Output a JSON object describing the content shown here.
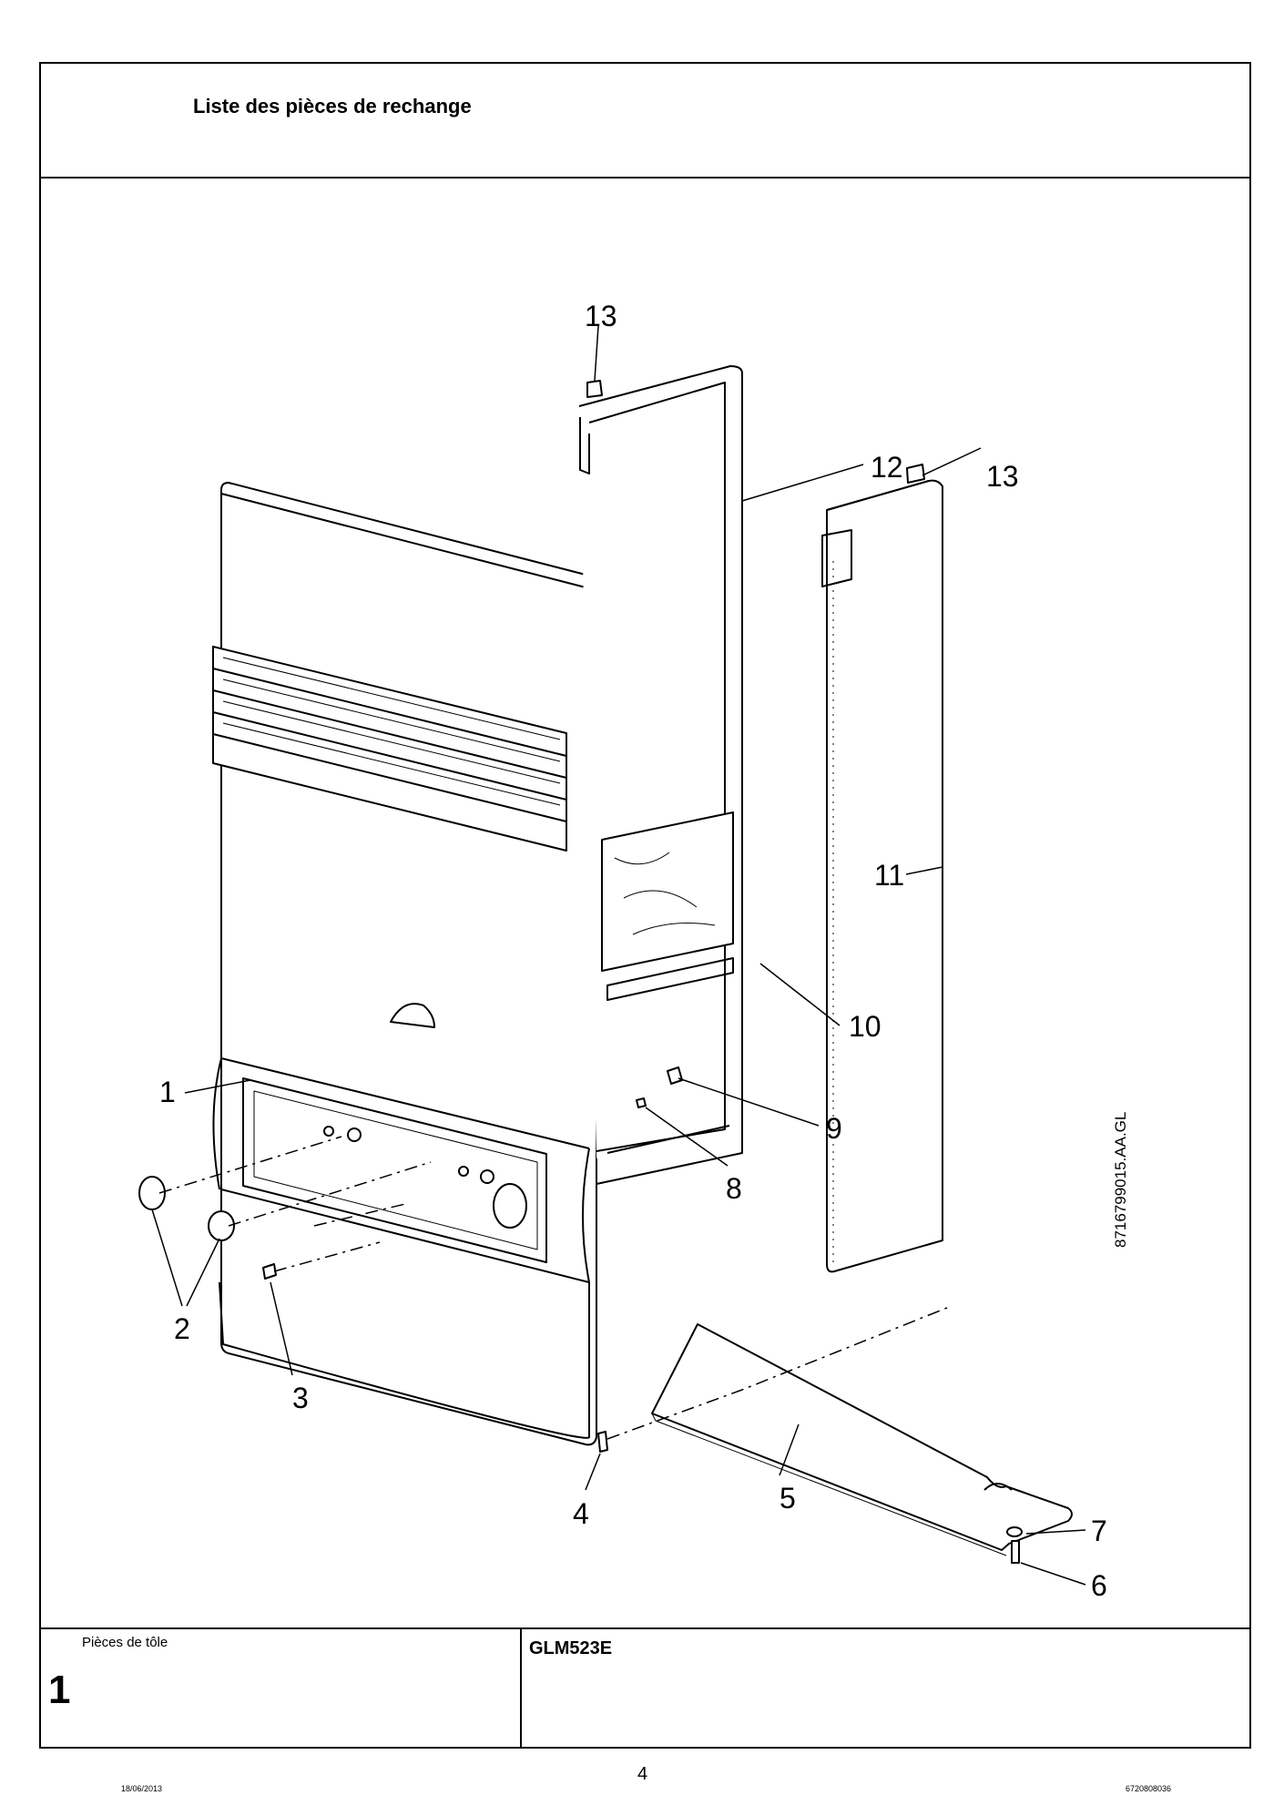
{
  "header": {
    "title": "Liste des pièces de rechange"
  },
  "drawing": {
    "reference_code": "8716799015.AA.GL",
    "part_labels": [
      "1",
      "2",
      "3",
      "4",
      "5",
      "6",
      "7",
      "8",
      "9",
      "10",
      "11",
      "12",
      "13",
      "13"
    ]
  },
  "footer": {
    "caption": "Pièces de tôle",
    "group_number": "1",
    "model": "GLM523E"
  },
  "page": {
    "number": "4",
    "date": "18/06/2013",
    "code": "6720808036"
  }
}
